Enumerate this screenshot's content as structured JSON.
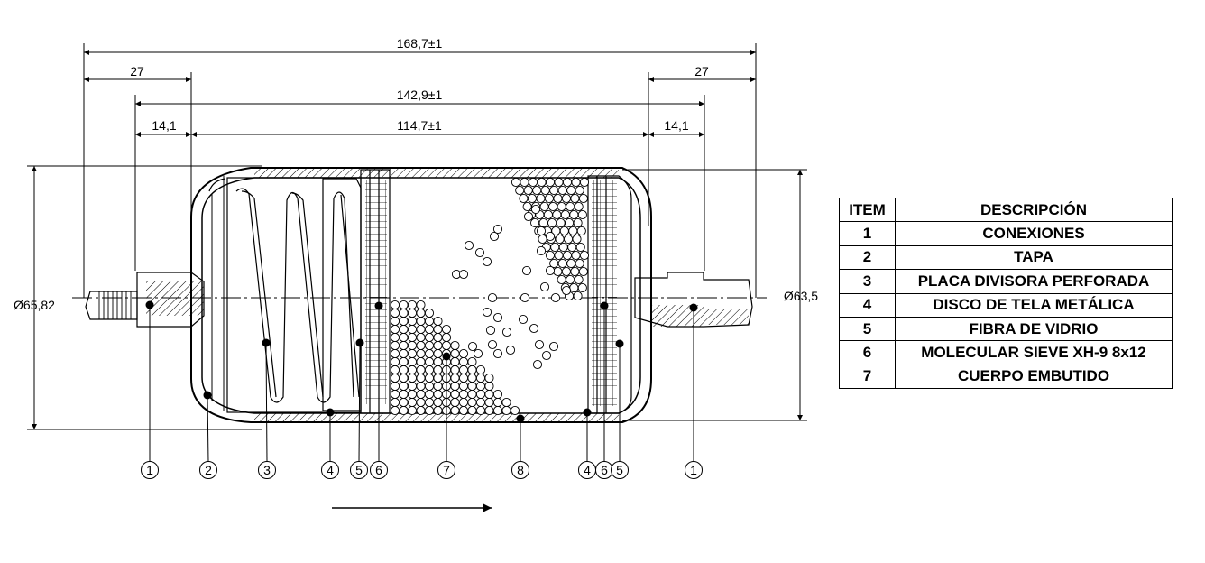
{
  "dimensions": {
    "overall_length": "168,7±1",
    "left_connection": "27",
    "right_connection": "27",
    "inner_length": "142,9±1",
    "left_offset": "14,1",
    "body_length": "114,7±1",
    "right_offset": "14,1",
    "left_diameter": "Ø65,82",
    "right_diameter": "Ø63,5"
  },
  "callouts": [
    "1",
    "2",
    "3",
    "4",
    "5",
    "6",
    "7",
    "8",
    "4",
    "6",
    "5",
    "1"
  ],
  "table": {
    "headers": [
      "ITEM",
      "DESCRIPCIÓN"
    ],
    "rows": [
      {
        "item": "1",
        "desc": "CONEXIONES"
      },
      {
        "item": "2",
        "desc": "TAPA"
      },
      {
        "item": "3",
        "desc": "PLACA DIVISORA PERFORADA"
      },
      {
        "item": "4",
        "desc": "DISCO DE TELA METÁLICA"
      },
      {
        "item": "5",
        "desc": "FIBRA DE VIDRIO"
      },
      {
        "item": "6",
        "desc": "MOLECULAR SIEVE XH-9 8x12"
      },
      {
        "item": "7",
        "desc": "CUERPO EMBUTIDO"
      }
    ]
  }
}
